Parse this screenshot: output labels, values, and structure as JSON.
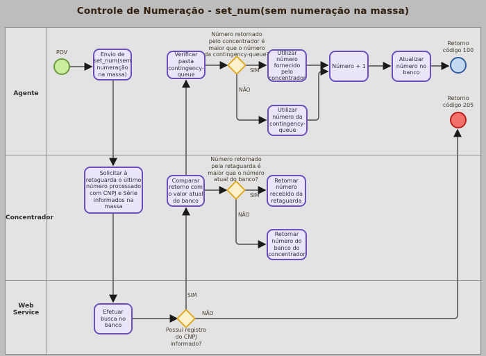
{
  "title": "Controle de Numeração - set_num(sem numeração na massa)",
  "lanes": [
    {
      "label": "Agente"
    },
    {
      "label": "Concentrador"
    },
    {
      "label": "Web Service"
    }
  ],
  "events": {
    "start": {
      "label": "PDV"
    },
    "end_success": {
      "label": "Retorno\ncódigo 100"
    },
    "end_error": {
      "label": "Retorno\ncódigo 205"
    }
  },
  "nodes": {
    "envio": {
      "label": "Envio de\nset_num(sem\nnumeração\nna massa)"
    },
    "verificar": {
      "label": "Verificar\npasta\ncontingency-\nqueue"
    },
    "utilizar_fornecido": {
      "label": "Utilizar\nnúmero\nfornecido\npelo\nconcentrador"
    },
    "utilizar_cq": {
      "label": "Utilizar\nnúmero da\ncontingency-\nqueue"
    },
    "numero_mais_um": {
      "label": "Número + 1"
    },
    "atualizar": {
      "label": "Atualizar\nnúmero no\nbanco"
    },
    "solicitar": {
      "label": "Solicitar à\nretaguarda o último\nnúmero processado\ncom CNPJ e Série\ninformados na massa"
    },
    "comparar": {
      "label": "Comparar\nretorno com\no valor atual\ndo banco"
    },
    "retornar_retaguarda": {
      "label": "Retornar\nnúmero\nrecebido da\nretaguarda"
    },
    "retornar_banco": {
      "label": "Retornar\nnúmero do\nbanco do\nconcentrador"
    },
    "efetuar": {
      "label": "Efetuar\nbusca no\nbanco"
    }
  },
  "gateways": {
    "g1": {
      "question": "Número retornado\npelo concentrador é\nmaior que o número\nda contingency-queue?",
      "yes": "SIM",
      "no": "NÃO"
    },
    "g2": {
      "question": "Número retornado\npela retaguarda é\nmaior que o número\natual do banco?",
      "yes": "SIM",
      "no": "NÃO"
    },
    "g3": {
      "question": "Possui registro\ndo CNPJ\ninformado?",
      "yes": "SIM",
      "no": "NÃO"
    }
  },
  "colors": {
    "task_fill": "#eae5fa",
    "task_border": "#6b50ba",
    "gateway_fill": "#fbf2cd",
    "gateway_border": "#dfa928",
    "start_fill": "#c9ee9e",
    "start_border": "#699740",
    "end_success_fill": "#c3d9f1",
    "end_success_border": "#2f5d9b",
    "end_error_fill": "#f4716b",
    "end_error_border": "#b5211b",
    "lane_fill": "#e3e3e3",
    "page_bg": "#bdbdbd"
  }
}
